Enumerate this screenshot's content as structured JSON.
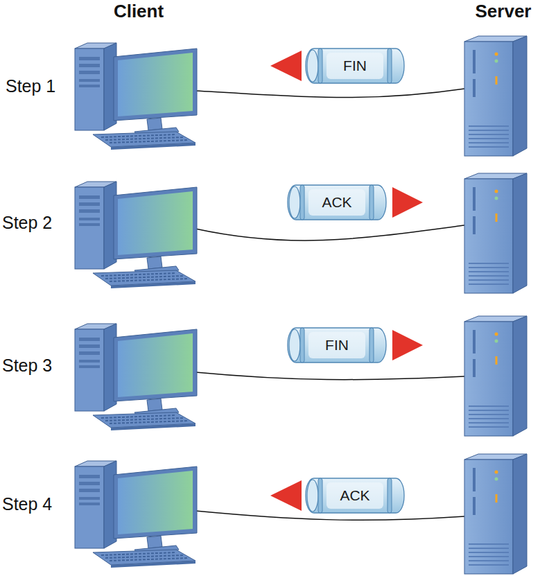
{
  "diagram": {
    "nodes": [
      {
        "text": [
          "FIN"
        ]
      },
      {
        "text": [
          "ACK"
        ]
      },
      {
        "text": [
          "FIN"
        ]
      },
      {
        "text": [
          "ACK"
        ]
      }
    ],
    "labels": [
      "Client",
      "Server",
      "Step 1",
      "Step 2",
      "Step 3",
      "Step 4"
    ]
  }
}
